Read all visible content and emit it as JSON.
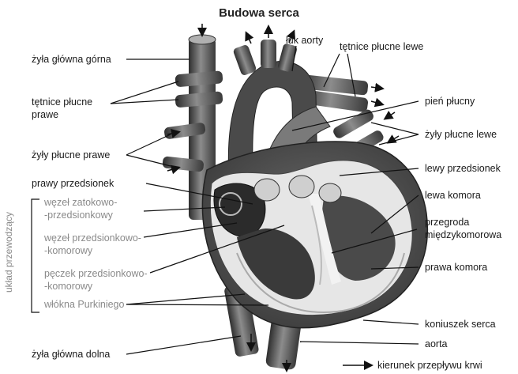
{
  "title": "Budowa serca",
  "labels": {
    "zyla_glowna_gorna": "żyła główna górna",
    "luk_aorty": "łuk aorty",
    "tetnice_plucne_lewe": "tętnice płucne lewe",
    "tetnice_plucne_prawe_1": "tętnice płucne",
    "tetnice_plucne_prawe_2": "prawe",
    "pien_plucny": "pień płucny",
    "zyly_plucne_lewe": "żyły płucne lewe",
    "zyly_plucne_prawe": "żyły płucne prawe",
    "lewy_przedsionek": "lewy przedsionek",
    "prawy_przedsionek": "prawy przedsionek",
    "lewa_komora": "lewa komora",
    "przegroda_1": "przegroda",
    "przegroda_2": "międzykomorowa",
    "prawa_komora": "prawa komora",
    "koniuszek_serca": "koniuszek serca",
    "aorta": "aorta",
    "zyla_glowna_dolna": "żyła główna dolna",
    "kierunek": "kierunek przepływu krwi"
  },
  "conduction": {
    "title": "układ przewodzący",
    "items": [
      "węzeł zatokowo-",
      "-przedsionkowy",
      "węzeł przedsionkowo-",
      "-komorowy",
      "pęczek przedsionkowo-",
      "-komorowy",
      "włókna Purkiniego"
    ]
  }
}
